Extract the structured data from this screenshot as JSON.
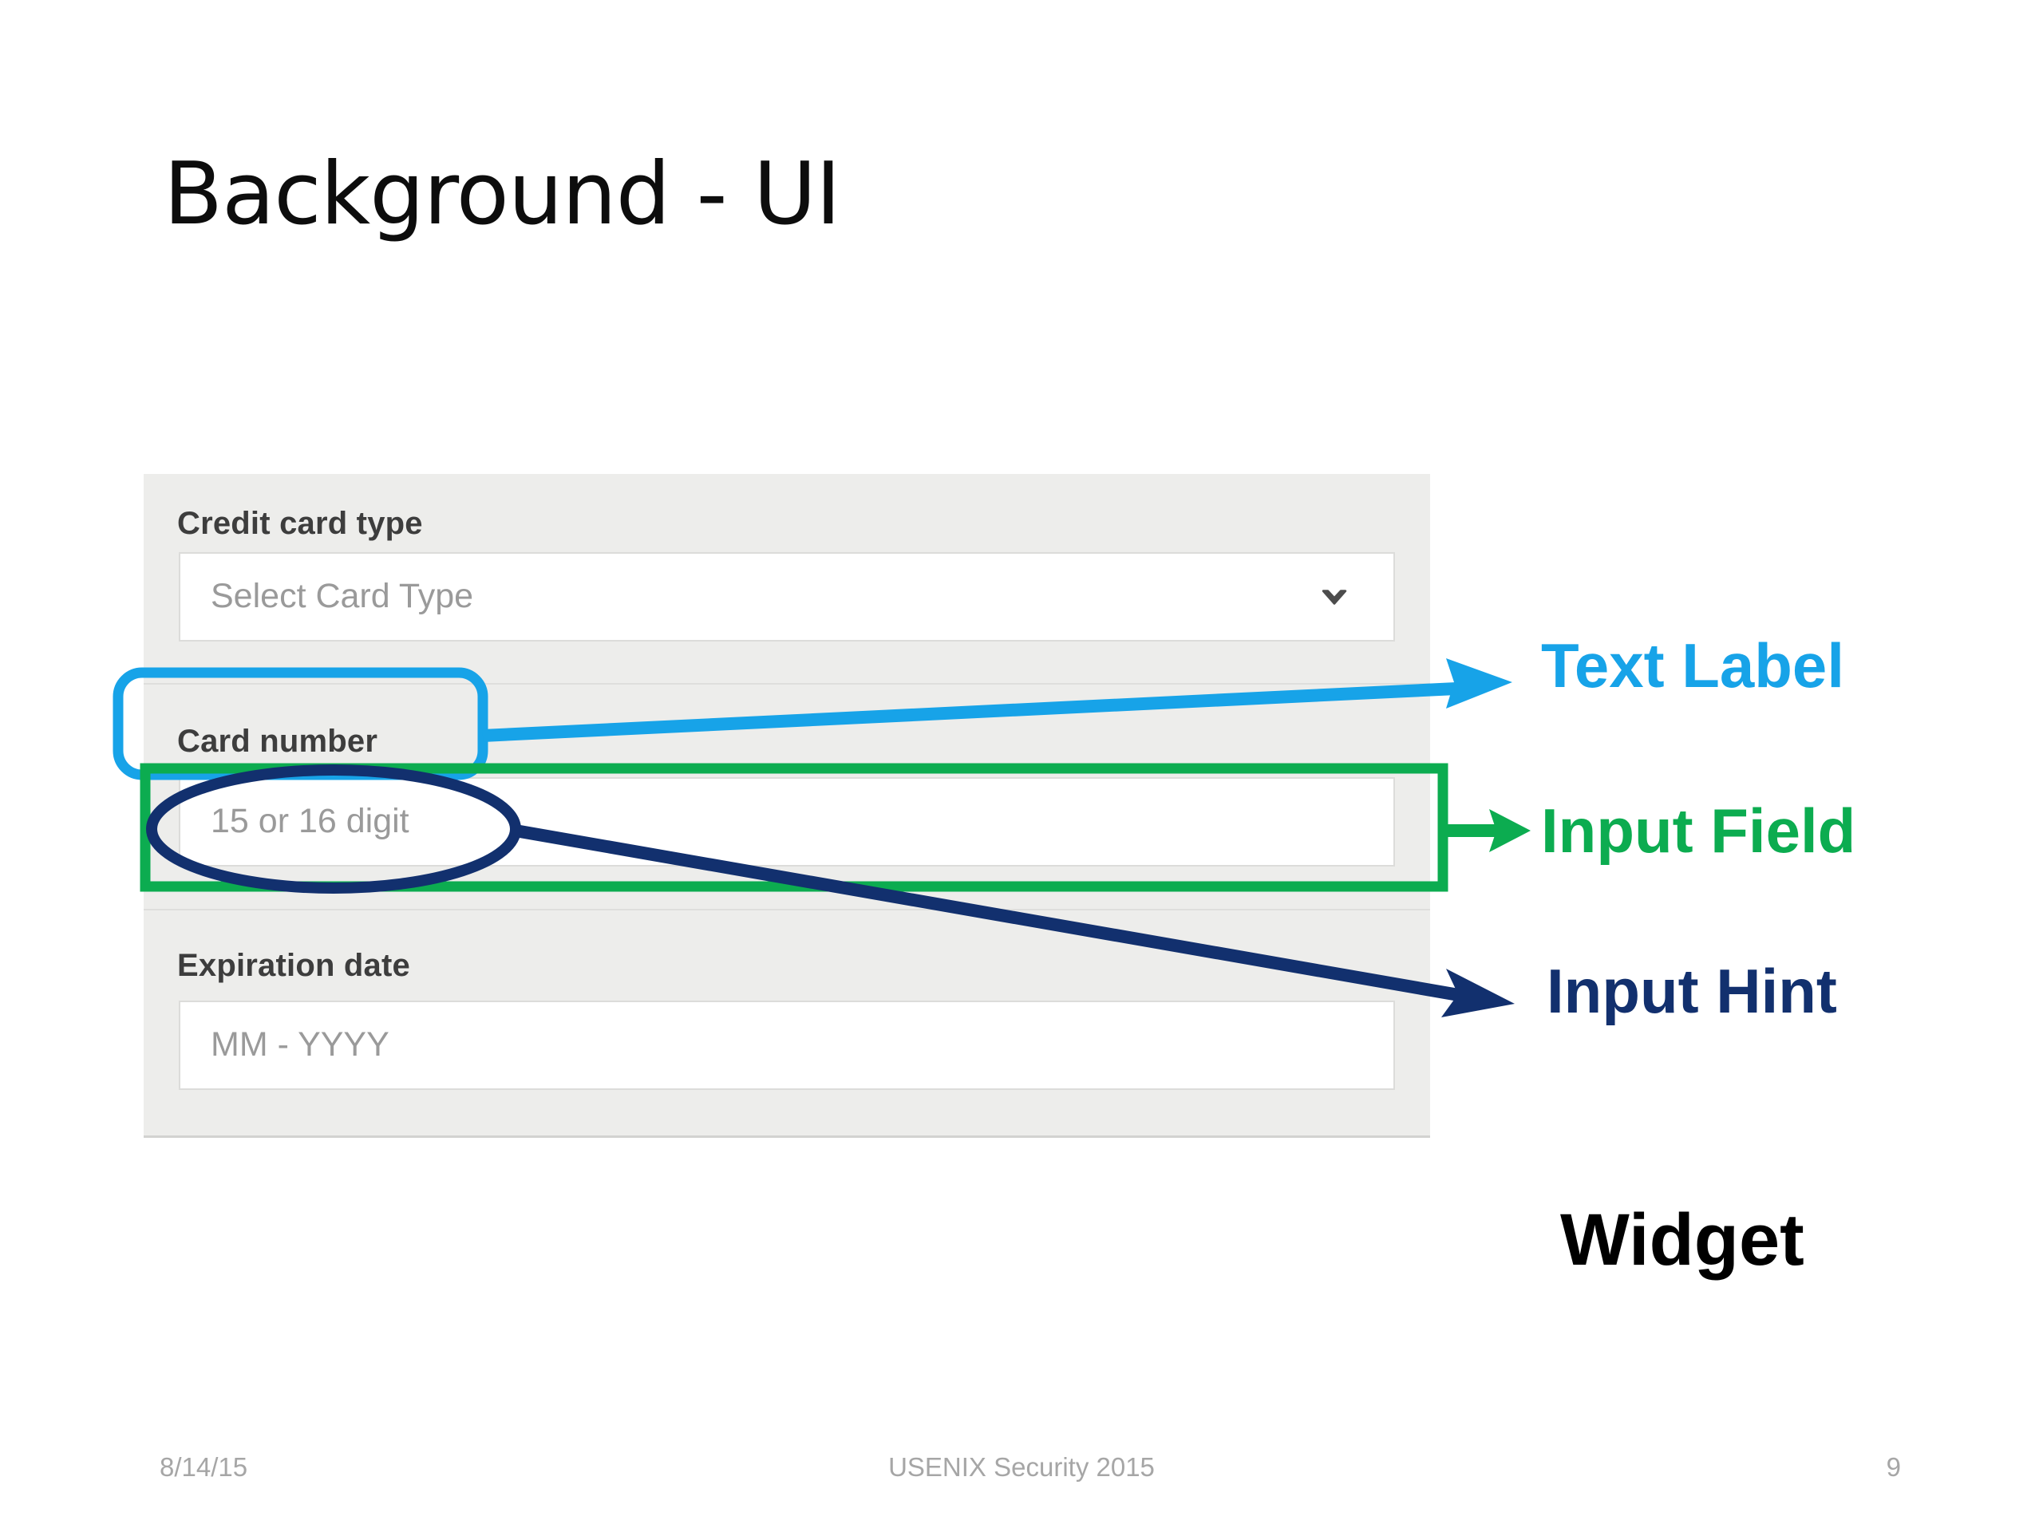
{
  "slide": {
    "title": "Background - UI"
  },
  "widget": {
    "fields": [
      {
        "label": "Credit card type",
        "hint": "Select Card Type",
        "control": "select",
        "icon": "chevron-down-icon"
      },
      {
        "label": "Card number",
        "hint": "15 or 16 digit",
        "control": "text"
      },
      {
        "label": "Expiration date",
        "hint": "MM - YYYY",
        "control": "text"
      }
    ]
  },
  "annotations": [
    {
      "key": "text_label",
      "label": "Text Label",
      "color": "#17a3e8"
    },
    {
      "key": "input_field",
      "label": "Input Field",
      "color": "#0cac50"
    },
    {
      "key": "input_hint",
      "label": "Input Hint",
      "color": "#12306e"
    },
    {
      "key": "widget",
      "label": "Widget",
      "color": "#000000"
    }
  ],
  "footer": {
    "date": "8/14/15",
    "center": "USENIX Security 2015",
    "page": "9"
  }
}
